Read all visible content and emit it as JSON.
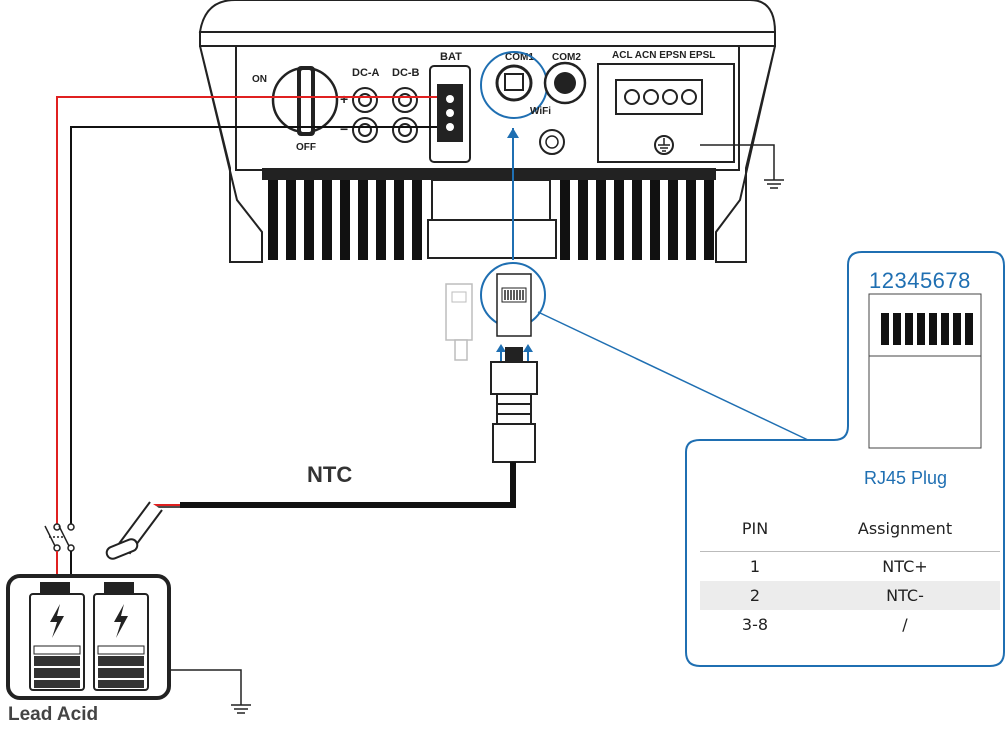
{
  "inverter": {
    "port_labels": {
      "dc_a": "DC-A",
      "dc_b": "DC-B",
      "bat": "BAT",
      "com1": "COM1",
      "com2": "COM2",
      "wifi": "WiFi",
      "ac_terminal": "ACL ACN EPSN EPSL"
    },
    "switch": {
      "on_label": "ON",
      "off_label": "OFF"
    },
    "polarity": {
      "plus": "+",
      "minus": "−"
    }
  },
  "cable_label": "NTC",
  "battery_label": "Lead Acid",
  "plug": {
    "pin_numbers": "12345678",
    "title": "RJ45 Plug"
  },
  "pin_table": {
    "headers": {
      "pin": "PIN",
      "assignment": "Assignment"
    },
    "rows": [
      {
        "pin": "1",
        "assignment": "NTC+"
      },
      {
        "pin": "2",
        "assignment": "NTC-"
      },
      {
        "pin": "3-8",
        "assignment": "/"
      }
    ]
  },
  "colors": {
    "positive_wire": "#e02020",
    "negative_wire": "#111111",
    "callout": "#1f6fb2"
  }
}
